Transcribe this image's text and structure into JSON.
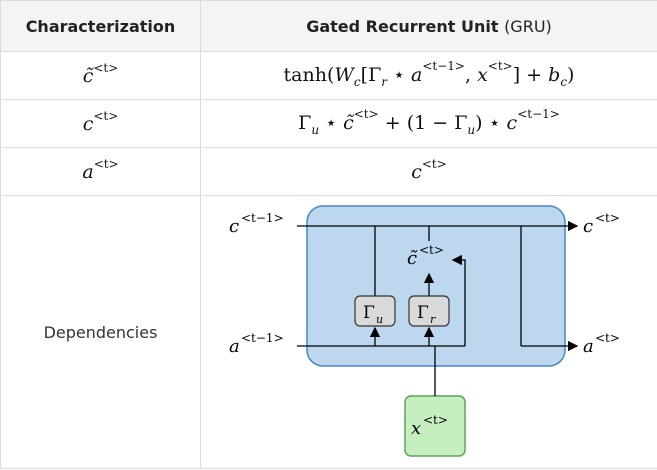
{
  "header": {
    "col1": "Characterization",
    "col2_main": "Gated Recurrent Unit",
    "col2_paren": "(GRU)"
  },
  "rows": [
    {
      "name": "c̃",
      "sup": "<t>"
    },
    {
      "name": "c",
      "sup": "<t>"
    },
    {
      "name": "a",
      "sup": "<t>"
    },
    {
      "label": "Dependencies"
    }
  ],
  "formulas": {
    "ctilde": {
      "func": "tanh",
      "w": "W",
      "w_sub": "c",
      "gamma": "Γ",
      "gamma_sub": "r",
      "star": "⋆",
      "a": "a",
      "a_sup": "<t−1>",
      "x": "x",
      "x_sup": "<t>",
      "plus": "+",
      "b": "b",
      "b_sub": "c"
    },
    "c": {
      "gamma": "Γ",
      "gamma_sub": "u",
      "star": "⋆",
      "ct": "c̃",
      "ct_sup": "<t>",
      "plus": "+",
      "one_minus": "(1 − ",
      "close": ")",
      "c_prev": "c",
      "c_prev_sup": "<t−1>"
    },
    "a": {
      "c": "c",
      "c_sup": "<t>"
    }
  },
  "diagram": {
    "c_prev_label": "c",
    "c_prev_sup": "<t−1>",
    "c_out_label": "c",
    "c_out_sup": "<t>",
    "a_prev_label": "a",
    "a_prev_sup": "<t−1>",
    "a_out_label": "a",
    "a_out_sup": "<t>",
    "ctilde_label": "c̃",
    "ctilde_sup": "<t>",
    "gate_u": "Γ",
    "gate_u_sub": "u",
    "gate_r": "Γ",
    "gate_r_sub": "r",
    "x_label": "x",
    "x_sup": "<t>",
    "colors": {
      "cell_fill": "#bcd7ee",
      "cell_stroke": "#4a86c8",
      "gate_fill": "#d9d9d9",
      "x_fill": "#c6eec0",
      "x_stroke": "#5aa55a"
    }
  }
}
